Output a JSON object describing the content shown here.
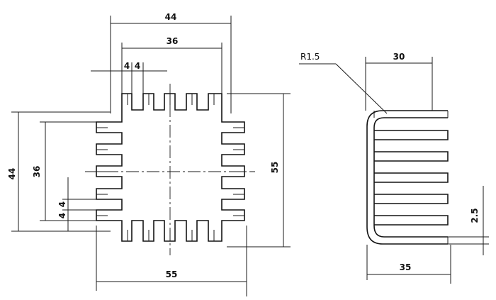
{
  "drawing": {
    "front_view": {
      "dim_top_outer": "44",
      "dim_top_inner": "36",
      "dim_fin_gap_a": "4",
      "dim_fin_gap_b": "4",
      "dim_left_outer": "44",
      "dim_left_inner": "36",
      "dim_left_gap_a": "4",
      "dim_left_gap_b": "4",
      "dim_right_height": "55",
      "dim_bottom_width": "55"
    },
    "side_view": {
      "radius_label": "R1.5",
      "dim_top_width": "30",
      "dim_bottom_width": "35",
      "dim_thickness": "2.5"
    }
  }
}
